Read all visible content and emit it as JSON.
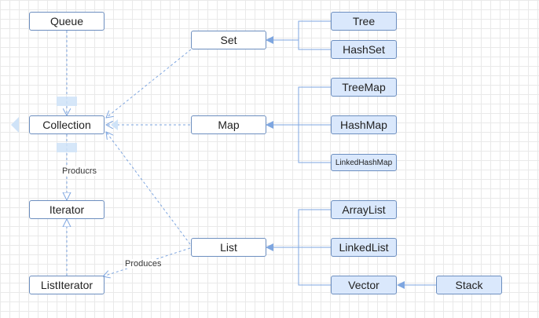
{
  "nodes": {
    "queue": "Queue",
    "collection": "Collection",
    "iterator": "Iterator",
    "listiterator": "ListIterator",
    "set": "Set",
    "map": "Map",
    "list": "List",
    "tree": "Tree",
    "hashset": "HashSet",
    "treemap": "TreeMap",
    "hashmap": "HashMap",
    "linkedhashmap": "LinkedHashMap",
    "arraylist": "ArrayList",
    "linkedlist": "LinkedList",
    "vector": "Vector",
    "stack": "Stack"
  },
  "edge_labels": {
    "producrs": "Producrs",
    "produces": "Produces"
  },
  "colors": {
    "border": "#6c8ebf",
    "edge": "#7ea6e0",
    "filled": "#dae8fc",
    "grid": "#e9e9e9"
  }
}
